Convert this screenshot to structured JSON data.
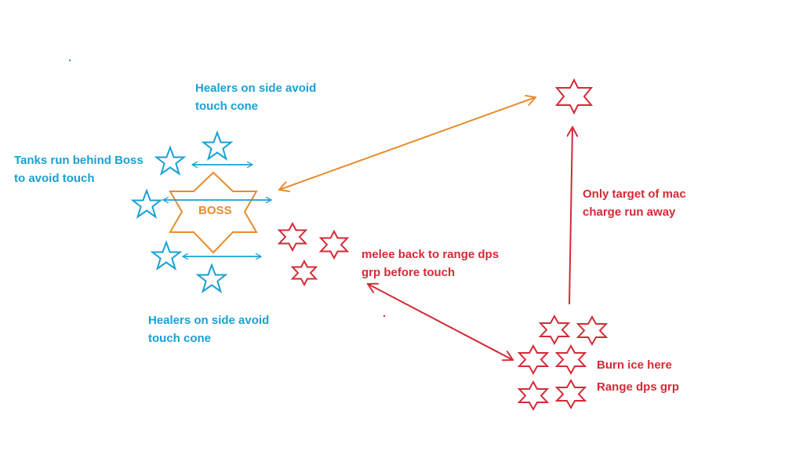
{
  "colors": {
    "healer_tank": "#1aa0d4",
    "boss": "#e88b2e",
    "dps": "#d42a36"
  },
  "labels": {
    "healers_top": [
      "Healers on side avoid",
      "touch cone"
    ],
    "tanks": [
      "Tanks run behind Boss",
      "to avoid touch"
    ],
    "boss": "BOSS",
    "healers_bottom": [
      "Healers on side avoid",
      "touch cone"
    ],
    "melee": [
      "melee back to range dps",
      "grp before touch"
    ],
    "only_target": [
      "Only target of mac",
      "charge run away"
    ],
    "burn_ice": "Burn ice here",
    "range_group": "Range dps grp"
  },
  "icons": {
    "friendly": "five-point-star-icon",
    "boss": "six-point-star-icon",
    "dps": "six-point-star-icon"
  }
}
